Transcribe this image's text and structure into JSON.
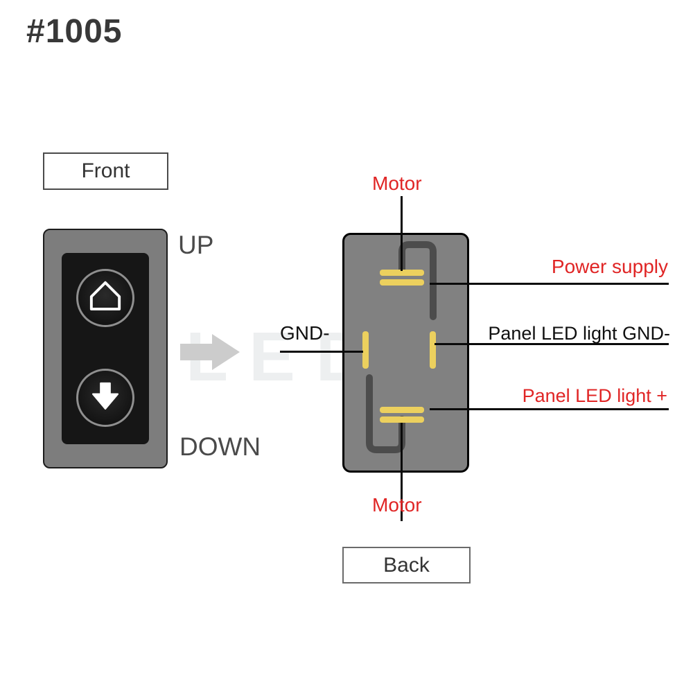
{
  "title": "#1005",
  "watermark": "LED",
  "front": {
    "box_label": "Front",
    "up": "UP",
    "down": "DOWN"
  },
  "back": {
    "box_label": "Back",
    "motor_top": "Motor",
    "motor_bottom": "Motor",
    "power_supply": "Power supply",
    "gnd": "GND-",
    "panel_led_gnd": "Panel LED light GND-",
    "panel_led_plus": "Panel LED light +"
  },
  "colors": {
    "red_label": "#e02525",
    "black_label": "#101010",
    "pin_yellow": "#ecd05e",
    "switch_body_gray": "#7d7d7d",
    "back_body_gray": "#818181",
    "rocker_black": "#161616",
    "trace_dark": "#4c4c4c",
    "arrow_gray": "#cccccc"
  }
}
